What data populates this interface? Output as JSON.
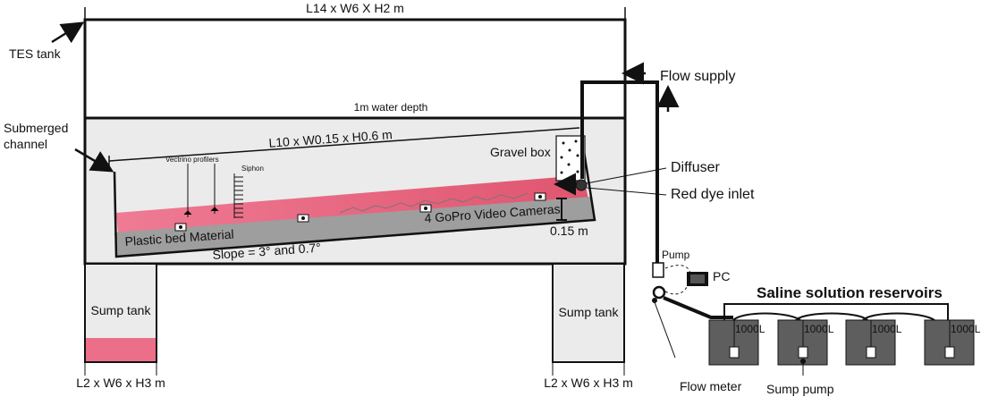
{
  "labels": {
    "tes_dims": "L14 x W6 X H2 m",
    "tes_tank": "TES tank",
    "flow_supply": "Flow supply",
    "water_depth": "1m water depth",
    "submerged_channel_1": "Submerged",
    "submerged_channel_2": "channel",
    "channel_dims": "L10 x W0.15 x H0.6 m",
    "gravel_box": "Gravel box",
    "vectrino": "Vectrino profilers",
    "siphon": "Siphon",
    "diffuser": "Diffuser",
    "red_dye_inlet": "Red dye inlet",
    "cameras": "4 GoPro Video Cameras",
    "bed_material": "Plastic bed Material",
    "slope": "Slope = 3° and 0.7°",
    "height_015": "0.15 m",
    "pump": "Pump",
    "pc": "PC",
    "reservoirs_title": "Saline solution reservoirs",
    "reservoir_cap": "1000L",
    "sump_tank": "Sump tank",
    "sump_dims": "L2 x W6 x H3 m",
    "flow_meter": "Flow meter",
    "sump_pump": "Sump pump"
  },
  "colors": {
    "tank_fill": "#ebebeb",
    "dye": "#ec6f8a",
    "bed": "#9e9e9e",
    "reservoir": "#5e5e5e"
  }
}
